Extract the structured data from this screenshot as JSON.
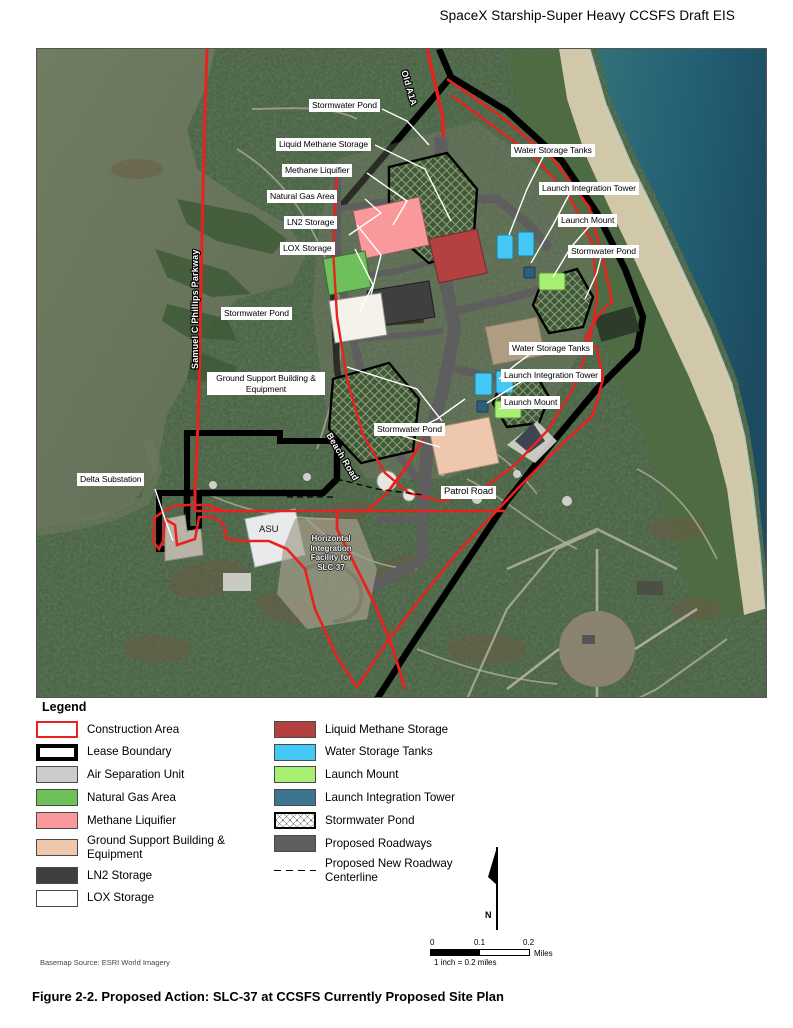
{
  "header": {
    "doc_title": "SpaceX Starship-Super Heavy CCSFS Draft EIS"
  },
  "map": {
    "callouts": [
      {
        "id": "stormwater-pond-1",
        "text": "Stormwater Pond"
      },
      {
        "id": "liquid-methane-storage",
        "text": "Liquid Methane Storage"
      },
      {
        "id": "methane-liquifier",
        "text": "Methane Liquifier"
      },
      {
        "id": "natural-gas-area",
        "text": "Natural Gas Area"
      },
      {
        "id": "ln2-storage",
        "text": "LN2 Storage"
      },
      {
        "id": "lox-storage",
        "text": "LOX Storage"
      },
      {
        "id": "water-storage-tanks-1",
        "text": "Water Storage Tanks"
      },
      {
        "id": "launch-integration-tower-1",
        "text": "Launch Integration Tower"
      },
      {
        "id": "launch-mount-1",
        "text": "Launch Mount"
      },
      {
        "id": "stormwater-pond-2",
        "text": "Stormwater Pond"
      },
      {
        "id": "stormwater-pond-3",
        "text": "Stormwater Pond"
      },
      {
        "id": "ground-support-building",
        "text": "Ground Support Building & Equipment"
      },
      {
        "id": "water-storage-tanks-2",
        "text": "Water Storage Tanks"
      },
      {
        "id": "launch-integration-tower-2",
        "text": "Launch Integration Tower"
      },
      {
        "id": "launch-mount-2",
        "text": "Launch Mount"
      },
      {
        "id": "stormwater-pond-4",
        "text": "Stormwater Pond"
      },
      {
        "id": "delta-substation",
        "text": "Delta Substation"
      }
    ],
    "road_labels": [
      {
        "id": "old-a1a",
        "text": "Old A1A"
      },
      {
        "id": "samuel-c-phillips-parkway",
        "text": "Samuel C Phillips Parkway"
      },
      {
        "id": "beach-road",
        "text": "Beach Road"
      },
      {
        "id": "patrol-road",
        "text": "Patrol Road"
      }
    ],
    "site_labels": [
      {
        "id": "asu",
        "text": "ASU"
      },
      {
        "id": "horizontal-integration-facility",
        "lines": [
          "Horizontal",
          "Integration",
          "Facility for",
          "SLC-37"
        ]
      }
    ]
  },
  "legend": {
    "title": "Legend",
    "column_1": [
      {
        "label": "Construction Area",
        "swatch": "construction",
        "color": "#e8231f"
      },
      {
        "label": "Lease Boundary",
        "swatch": "lease",
        "color": "#000000"
      },
      {
        "label": "Air Separation Unit",
        "swatch": "fill",
        "color": "#cccccc"
      },
      {
        "label": "Natural Gas Area",
        "swatch": "fill",
        "color": "#6ec05a"
      },
      {
        "label": "Methane Liquifier",
        "swatch": "fill",
        "color": "#f9999b"
      },
      {
        "label": "Ground Support Building & Equipment",
        "swatch": "fill",
        "color": "#eec7ac"
      },
      {
        "label": "LN2 Storage",
        "swatch": "fill",
        "color": "#3f3f3f"
      },
      {
        "label": "LOX Storage",
        "swatch": "fill",
        "color": "#ffffff"
      }
    ],
    "column_2": [
      {
        "label": "Liquid Methane Storage",
        "swatch": "fill",
        "color": "#b44040"
      },
      {
        "label": "Water Storage Tanks",
        "swatch": "fill",
        "color": "#44c8f5"
      },
      {
        "label": "Launch Mount",
        "swatch": "fill",
        "color": "#a6ef72"
      },
      {
        "label": "Launch Integration Tower",
        "swatch": "fill",
        "color": "#3d748f"
      },
      {
        "label": "Stormwater Pond",
        "swatch": "hatch",
        "color": "#000000"
      },
      {
        "label": "Proposed Roadways",
        "swatch": "fill",
        "color": "#5e5e5e"
      },
      {
        "label": "Proposed New Roadway Centerline",
        "swatch": "dashed",
        "color": "#000000"
      }
    ]
  },
  "north_arrow": {
    "letter": "N"
  },
  "scale": {
    "ticks": [
      "0",
      "0.1",
      "0.2"
    ],
    "units": "Miles",
    "equivalence": "1 inch = 0.2 miles"
  },
  "basemap_source": "Basemap Source: ESRI World Imagery",
  "figure_caption": "Figure 2-2. Proposed Action: SLC-37 at CCSFS Currently Proposed Site Plan"
}
